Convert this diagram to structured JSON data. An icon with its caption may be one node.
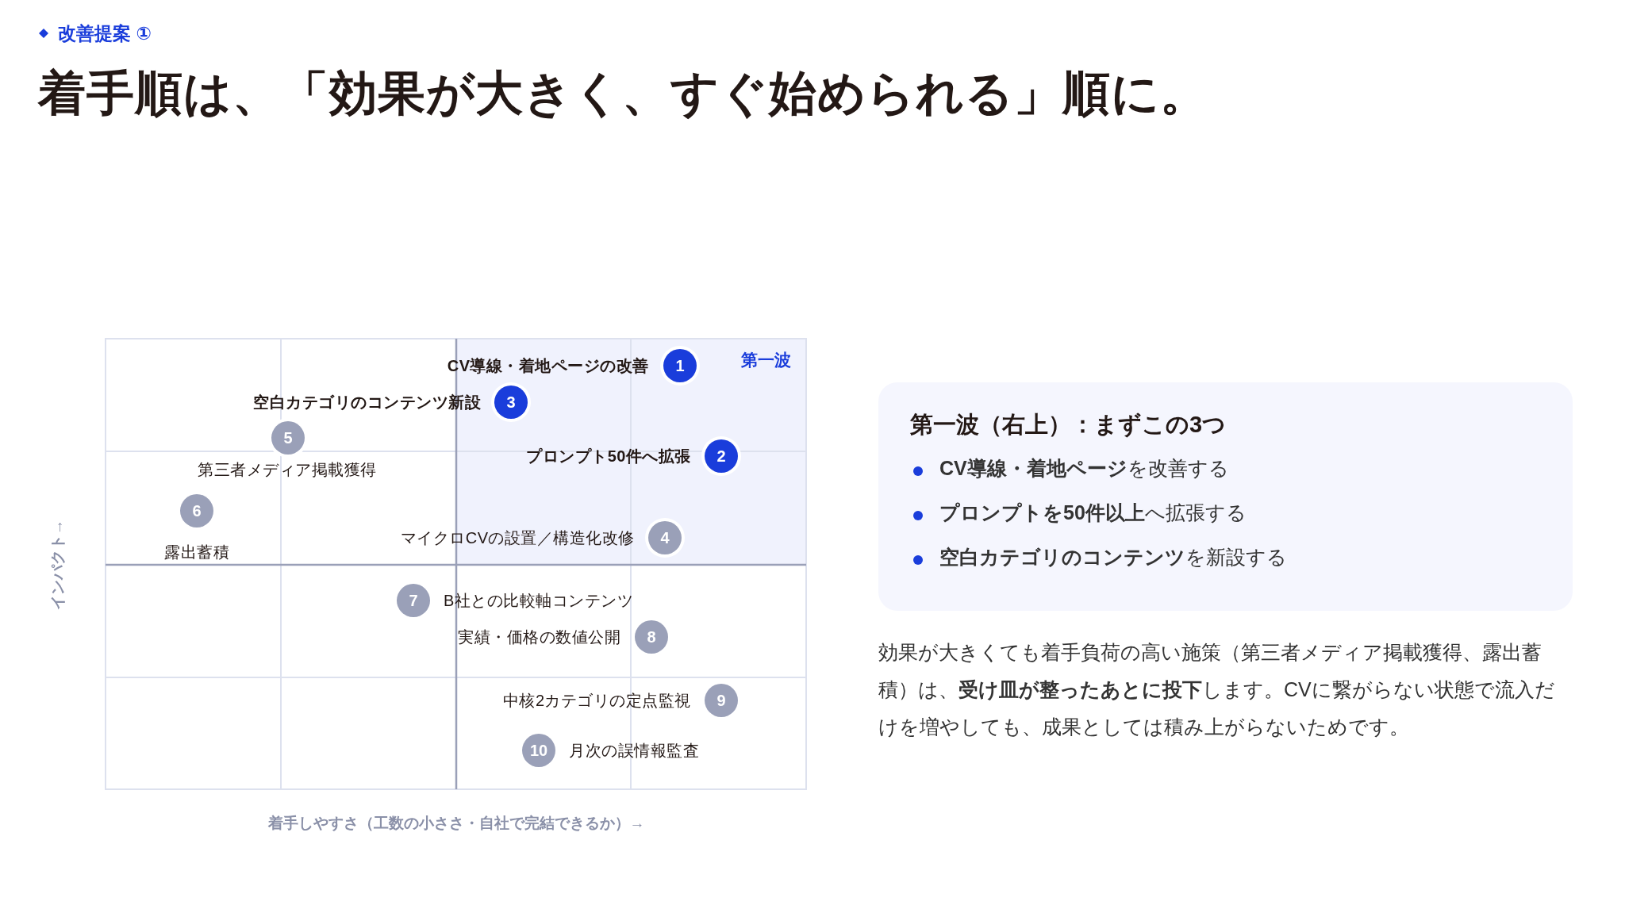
{
  "diagram": {
    "title": "着手順は、「効果が大きく、すぐ始められる」順に。",
    "nodes": [
      {
        "text": [
          "1"
        ],
        "beside": [
          "CV導線・着地ページの改善"
        ]
      },
      {
        "text": [
          "2"
        ],
        "beside": [
          "プロンプト50件へ拡張"
        ]
      },
      {
        "text": [
          "3"
        ],
        "beside": [
          "空白カテゴリのコンテンツ新設"
        ]
      },
      {
        "text": [
          "4"
        ],
        "beside": [
          "マイクロCVの設置／構造化改修"
        ]
      },
      {
        "text": [
          "5"
        ],
        "beside": [
          "第三者メディア掲載獲得"
        ]
      },
      {
        "text": [
          "6"
        ],
        "beside": [
          "露出蓄積"
        ]
      },
      {
        "text": [
          "7"
        ],
        "beside": [
          "B社との比較軸コンテンツ"
        ]
      },
      {
        "text": [
          "8"
        ],
        "beside": [
          "実績・価格の数値公開"
        ]
      },
      {
        "text": [
          "9"
        ],
        "beside": [
          "中核2カテゴリの定点監視"
        ]
      },
      {
        "text": [
          "10"
        ],
        "beside": [
          "月次の誤情報監査"
        ]
      },
      {
        "text": [
          "第一波（右上）：まずこの3つ",
          "**CV導線・着地ページ**を改善する",
          "**プロンプトを50件以上**へ拡張する",
          "**空白カテゴリのコンテンツ**を新設する"
        ]
      }
    ],
    "labels": [
      "改善提案 ①",
      "第一波",
      "インパクト→",
      "着手しやすさ（工数の小ささ・自社で完結できるか）→",
      "効果が大きくても着手負荷の高い施策（第三者メディア掲載獲得、露出蓄積）は、**受け皿が整ったあとに投下**します。CVに繋がらない状態で流入だけを増やしても、成果としては積み上がらないためです。"
    ]
  }
}
